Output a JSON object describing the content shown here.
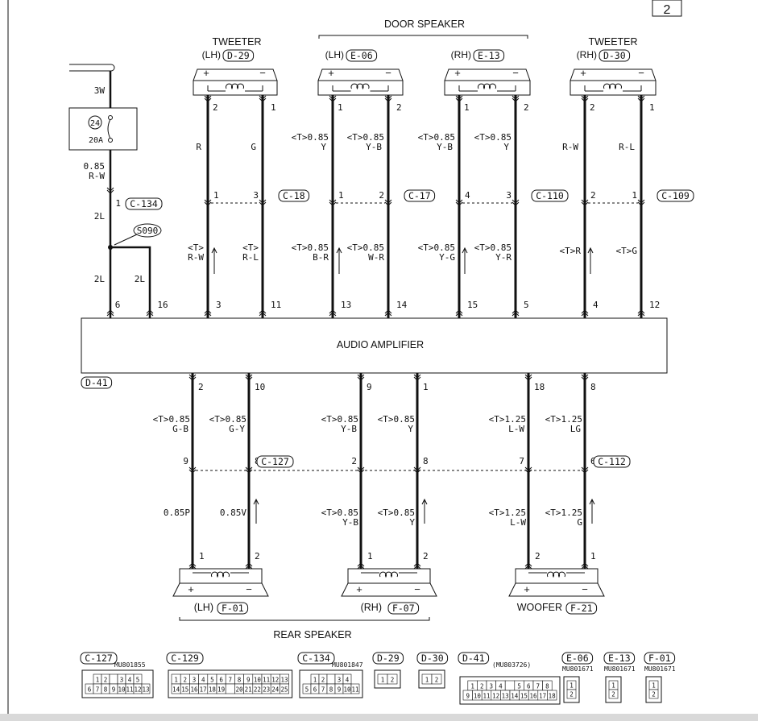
{
  "page_number": "2",
  "fuse": {
    "number": "24",
    "rating": "20A"
  },
  "wire_3w": "3W",
  "fuse_wire": {
    "size": "0.85",
    "color": "R-W"
  },
  "splice": "S090",
  "amplifier": {
    "label": "AUDIO AMPLIFIER",
    "connector": "D-41"
  },
  "door_speaker_title": "DOOR SPEAKER",
  "rear_speaker_title": "REAR SPEAKER",
  "top_speakers": [
    {
      "title": "TWEETER",
      "side": "(LH)",
      "connector": "D-29"
    },
    {
      "title": "",
      "side": "(LH)",
      "connector": "E-06"
    },
    {
      "title": "",
      "side": "(RH)",
      "connector": "E-13"
    },
    {
      "title": "TWEETER",
      "side": "(RH)",
      "connector": "D-30"
    }
  ],
  "bottom_speakers": [
    {
      "side": "(LH)",
      "connector": "F-01"
    },
    {
      "side": "(RH)",
      "connector": "F-07"
    },
    {
      "side": "WOOFER",
      "connector": "F-21"
    }
  ],
  "power_wires": {
    "pin_top": "1",
    "connector_top": "C-134",
    "wire_top": "2L",
    "wire_left": "2L",
    "wire_right": "2L",
    "pin_left": "6",
    "pin_right": "16"
  },
  "top_wires": [
    {
      "spk_pin": "2",
      "upper_size": "",
      "upper_color": "R",
      "mid_pin": "1",
      "lower_size": "<T>",
      "lower_color": "R-W",
      "amp_pin": "3"
    },
    {
      "spk_pin": "1",
      "upper_size": "",
      "upper_color": "G",
      "mid_pin": "3",
      "lower_size": "<T>",
      "lower_color": "R-L",
      "amp_pin": "11"
    },
    {
      "spk_pin": "1",
      "upper_size": "<T>0.85",
      "upper_color": "Y",
      "mid_pin": "1",
      "lower_size": "<T>0.85",
      "lower_color": "B-R",
      "amp_pin": "13"
    },
    {
      "spk_pin": "2",
      "upper_size": "<T>0.85",
      "upper_color": "Y-B",
      "mid_pin": "2",
      "lower_size": "<T>0.85",
      "lower_color": "W-R",
      "amp_pin": "14"
    },
    {
      "spk_pin": "1",
      "upper_size": "<T>0.85",
      "upper_color": "Y-B",
      "mid_pin": "4",
      "lower_size": "<T>0.85",
      "lower_color": "Y-G",
      "amp_pin": "15"
    },
    {
      "spk_pin": "2",
      "upper_size": "<T>0.85",
      "upper_color": "Y",
      "mid_pin": "3",
      "lower_size": "<T>0.85",
      "lower_color": "Y-R",
      "amp_pin": "5"
    },
    {
      "spk_pin": "2",
      "upper_size": "",
      "upper_color": "R-W",
      "mid_pin": "2",
      "lower_size": "",
      "lower_color": "<T>R",
      "amp_pin": "4"
    },
    {
      "spk_pin": "1",
      "upper_size": "",
      "upper_color": "R-L",
      "mid_pin": "1",
      "lower_size": "",
      "lower_color": "<T>G",
      "amp_pin": "12"
    }
  ],
  "top_mid_connectors": [
    "C-18",
    "C-17",
    "C-110",
    "C-109"
  ],
  "bottom_wires": [
    {
      "amp_pin": "2",
      "upper_size": "<T>0.85",
      "upper_color": "G-B",
      "mid_pin": "9",
      "lower_size": "",
      "lower_color": "0.85P",
      "spk_pin": "1"
    },
    {
      "amp_pin": "10",
      "upper_size": "<T>0.85",
      "upper_color": "G-Y",
      "mid_pin": "8",
      "lower_size": "",
      "lower_color": "0.85V",
      "spk_pin": "2"
    },
    {
      "amp_pin": "9",
      "upper_size": "<T>0.85",
      "upper_color": "Y-B",
      "mid_pin": "2",
      "lower_size": "<T>0.85",
      "lower_color": "Y-B",
      "spk_pin": "1"
    },
    {
      "amp_pin": "1",
      "upper_size": "<T>0.85",
      "upper_color": "Y",
      "mid_pin": "8",
      "lower_size": "<T>0.85",
      "lower_color": "Y",
      "spk_pin": "2"
    },
    {
      "amp_pin": "18",
      "upper_size": "<T>1.25",
      "upper_color": "L-W",
      "mid_pin": "7",
      "lower_size": "<T>1.25",
      "lower_color": "L-W",
      "spk_pin": "2"
    },
    {
      "amp_pin": "8",
      "upper_size": "<T>1.25",
      "upper_color": "LG",
      "mid_pin": "6",
      "lower_size": "<T>1.25",
      "lower_color": "G",
      "spk_pin": "1"
    }
  ],
  "bottom_mid_connectors": [
    "C-127",
    "C-112"
  ],
  "connector_legend": [
    {
      "label": "C-127",
      "part": "MU801855",
      "rows": [
        [
          "1",
          "2",
          "",
          "3",
          "4",
          "5"
        ],
        [
          "6",
          "7",
          "8",
          "9",
          "10",
          "11",
          "12",
          "13"
        ]
      ]
    },
    {
      "label": "C-129",
      "part": "",
      "rows": [
        [
          "1",
          "2",
          "3",
          "4",
          "5",
          "6",
          "7",
          "8",
          "9",
          "10",
          "11",
          "12",
          "13"
        ],
        [
          "14",
          "15",
          "16",
          "17",
          "18",
          "19",
          "",
          "20",
          "21",
          "22",
          "23",
          "24",
          "25"
        ]
      ]
    },
    {
      "label": "C-134",
      "part": "MU801847",
      "rows": [
        [
          "1",
          "2",
          "",
          "3",
          "4"
        ],
        [
          "5",
          "6",
          "7",
          "8",
          "9",
          "10",
          "11"
        ]
      ]
    },
    {
      "label": "D-29",
      "part": "",
      "rows": [
        [
          "1",
          "2"
        ]
      ]
    },
    {
      "label": "D-30",
      "part": "",
      "rows": [
        [
          "1",
          "2"
        ]
      ]
    },
    {
      "label": "D-41",
      "part": "(MU803726)",
      "rows": [
        [
          "1",
          "2",
          "3",
          "4",
          "",
          "5",
          "6",
          "7",
          "8"
        ],
        [
          "9",
          "10",
          "11",
          "12",
          "13",
          "14",
          "15",
          "16",
          "17",
          "18"
        ]
      ]
    },
    {
      "label": "E-06",
      "part": "MU801671",
      "rows": [
        [
          "1"
        ],
        [
          "2"
        ]
      ]
    },
    {
      "label": "E-13",
      "part": "MU801671",
      "rows": [
        [
          "1"
        ],
        [
          "2"
        ]
      ]
    },
    {
      "label": "F-01",
      "part": "MU801671",
      "rows": [
        [
          "1"
        ],
        [
          "2"
        ]
      ]
    }
  ]
}
